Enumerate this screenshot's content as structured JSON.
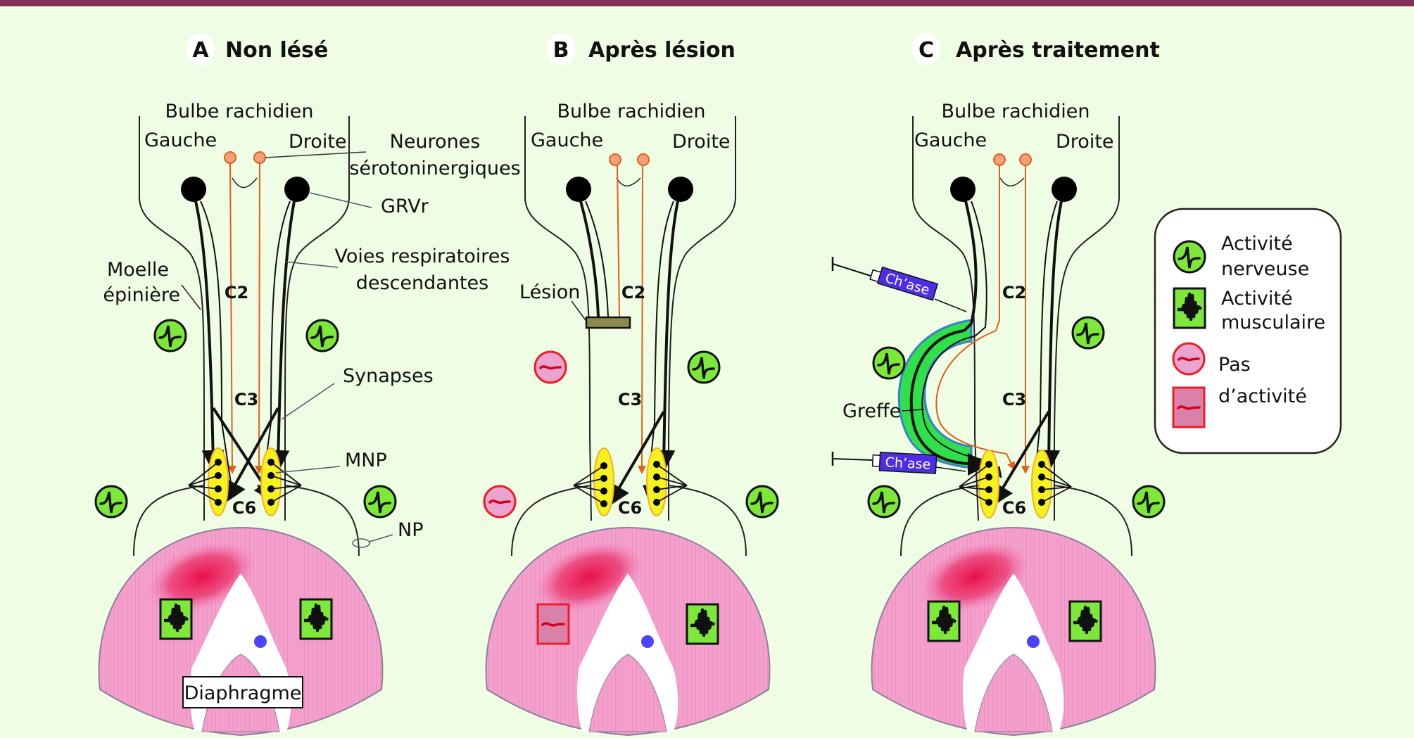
{
  "figure": {
    "accent_color": "#862c59",
    "background_color": "#eefde3"
  },
  "panels": [
    {
      "letter": "A",
      "title": "Non lésé",
      "bulbe": "Bulbe rachidien",
      "left": "Gauche",
      "right": "Droite",
      "levels": [
        "C2",
        "C3",
        "C6"
      ],
      "nerve_activity": [
        "active",
        "active",
        "active",
        "active"
      ],
      "muscle_activity": [
        "active",
        "active"
      ],
      "annotations": {
        "serotonergic": "Neurones sérotoninergiques",
        "grvr": "GRVr",
        "pathways": "Voies respiratoires descendantes",
        "spinal_cord": "Moelle épinière",
        "synapses": "Synapses",
        "mnp": "MNP",
        "np": "NP",
        "diaphragm": "Diaphragme"
      }
    },
    {
      "letter": "B",
      "title": "Après lésion",
      "bulbe": "Bulbe rachidien",
      "left": "Gauche",
      "right": "Droite",
      "levels": [
        "C2",
        "C3",
        "C6"
      ],
      "lesion_label": "Lésion",
      "nerve_activity": [
        "none",
        "active",
        "none",
        "active"
      ],
      "muscle_activity": [
        "none",
        "active"
      ]
    },
    {
      "letter": "C",
      "title": "Après traitement",
      "bulbe": "Bulbe rachidien",
      "left": "Gauche",
      "right": "Droite",
      "levels": [
        "C2",
        "C3",
        "C6"
      ],
      "graft_label": "Greffe",
      "syringe_label": "Ch’ase",
      "nerve_activity": [
        "active",
        "active",
        "active",
        "active"
      ],
      "muscle_activity": [
        "active",
        "active"
      ]
    }
  ],
  "legend": {
    "items": [
      {
        "icon": "nerve-activity-icon",
        "line1": "Activité",
        "line2": "nerveuse"
      },
      {
        "icon": "muscle-activity-icon",
        "line1": "Activité",
        "line2": "musculaire"
      },
      {
        "icon": "no-activity-icon",
        "line1": "Pas",
        "line2": "d’activité"
      }
    ]
  }
}
